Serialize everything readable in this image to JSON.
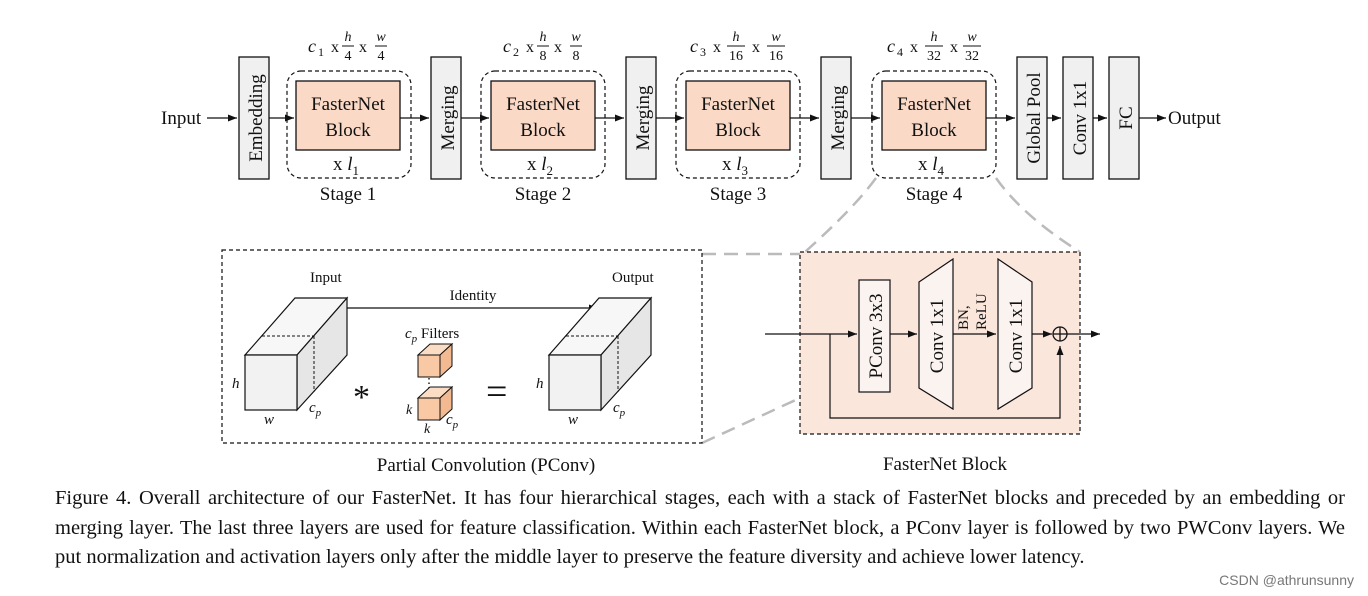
{
  "top": {
    "input_label": "Input",
    "output_label": "Output",
    "embedding_label": "Embedding",
    "merging_label": "Merging",
    "block_line1": "FasterNet",
    "block_line2": "Block",
    "times": "x",
    "global_pool_label": "Global Pool",
    "conv1x1_label": "Conv 1x1",
    "fc_label": "FC",
    "stages": [
      {
        "label": "Stage 1",
        "c": "c",
        "c_sub": "1",
        "h": "h",
        "h_div": "4",
        "w": "w",
        "w_div": "4",
        "l": "l",
        "l_sub": "1"
      },
      {
        "label": "Stage 2",
        "c": "c",
        "c_sub": "2",
        "h": "h",
        "h_div": "8",
        "w": "w",
        "w_div": "8",
        "l": "l",
        "l_sub": "2"
      },
      {
        "label": "Stage 3",
        "c": "c",
        "c_sub": "3",
        "h": "h",
        "h_div": "16",
        "w": "w",
        "w_div": "16",
        "l": "l",
        "l_sub": "3"
      },
      {
        "label": "Stage 4",
        "c": "c",
        "c_sub": "4",
        "h": "h",
        "h_div": "32",
        "w": "w",
        "w_div": "32",
        "l": "l",
        "l_sub": "4"
      }
    ]
  },
  "pconv": {
    "title": "Partial Convolution (PConv)",
    "input_label": "Input",
    "output_label": "Output",
    "identity_label": "Identity",
    "filters_label": "Filters",
    "cp": "c",
    "cp_sub": "p",
    "h": "h",
    "w": "w",
    "k": "k",
    "star": "*",
    "equals": "="
  },
  "block_detail": {
    "title": "FasterNet Block",
    "pconv_label": "PConv 3x3",
    "conv1_label": "Conv 1x1",
    "conv2_label": "Conv 1x1",
    "bn_label": "BN,",
    "relu_label": "ReLU",
    "plus": "⊕"
  },
  "caption": "Figure 4. Overall architecture of our FasterNet. It has four hierarchical stages, each with a stack of FasterNet blocks and preceded by an embedding or merging layer. The last three layers are used for feature classification. Within each FasterNet block, a PConv layer is followed by two PWConv layers. We put normalization and activation layers only after the middle layer to preserve the feature diversity and achieve lower latency.",
  "watermark": "CSDN @athrunsunny",
  "colors": {
    "block_fill": "#fad9c6",
    "detail_bg": "#fbe6dc",
    "cube_face": "#f2f2f2",
    "filter_fill": "#f9c9a6",
    "gray_dash": "#bbbbbb"
  }
}
